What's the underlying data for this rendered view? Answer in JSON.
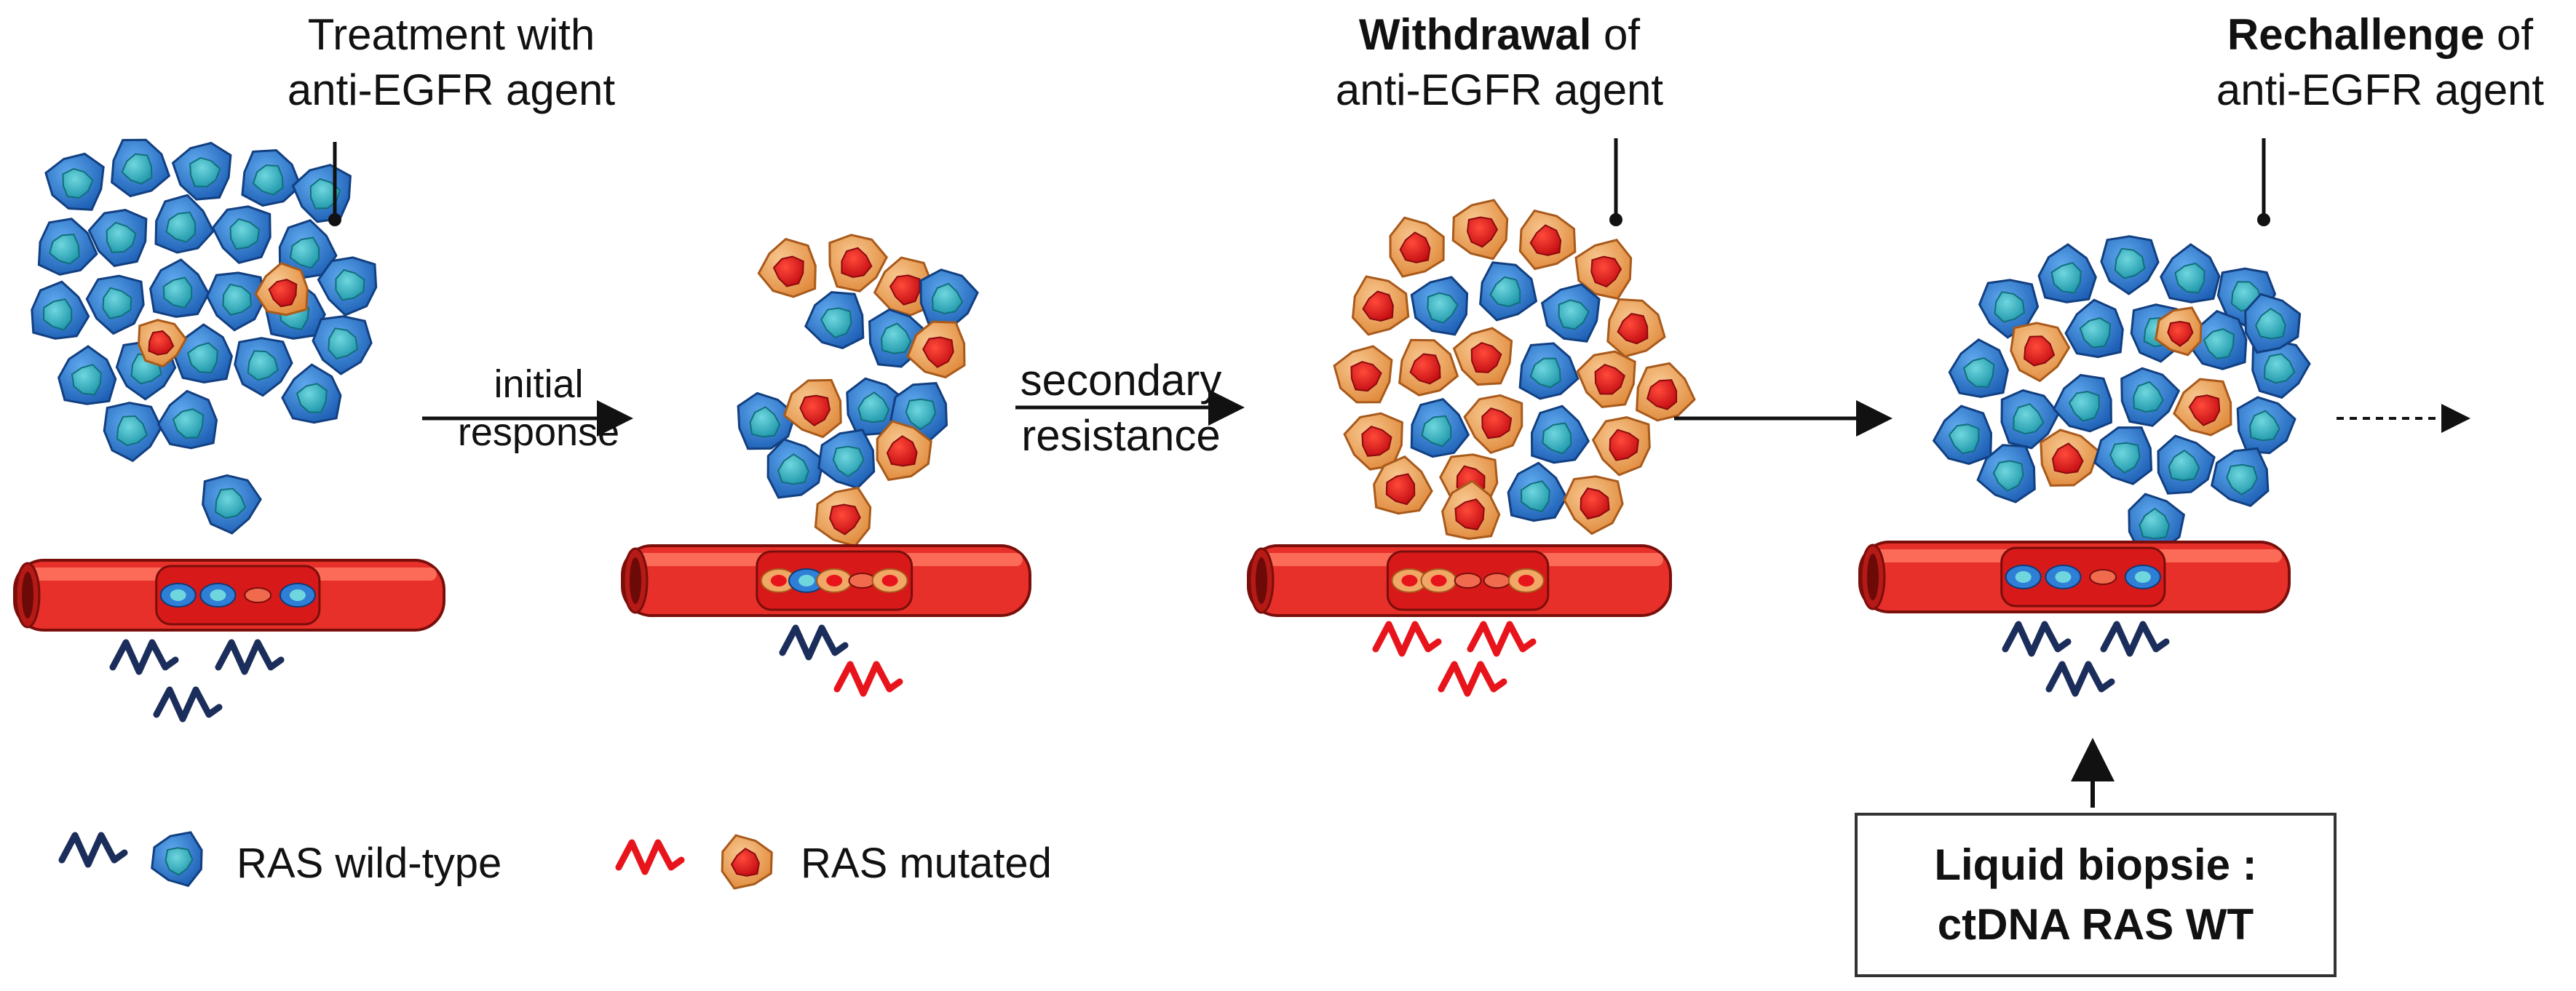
{
  "stages": [
    {
      "title_bold": "",
      "title_rest": "Treatment with",
      "title_line2": "anti-EGFR agent"
    },
    {
      "title_bold": "Withdrawal",
      "title_rest": " of",
      "title_line2": "anti-EGFR agent"
    },
    {
      "title_bold": "Rechallenge",
      "title_rest": " of",
      "title_line2": "anti-EGFR agent"
    }
  ],
  "transitions": {
    "initial": {
      "line1": "initial",
      "line2": "response"
    },
    "secondary": {
      "line1": "secondary",
      "line2": "resistance"
    }
  },
  "legend": {
    "wild_type": "RAS wild-type",
    "mutated": "RAS mutated"
  },
  "biopsy": {
    "line1": "Liquid biopsie :",
    "line2": "ctDNA RAS WT"
  },
  "colors": {
    "wild_type_cell": "#2f7fd6",
    "wild_type_nucleus": "#3bb3c4",
    "mutated_cell": "#f1a765",
    "mutated_nucleus": "#e8141c",
    "vessel": "#e8302a",
    "ctdna_wt": "#1b2d5a",
    "ctdna_mut": "#e8141c"
  }
}
